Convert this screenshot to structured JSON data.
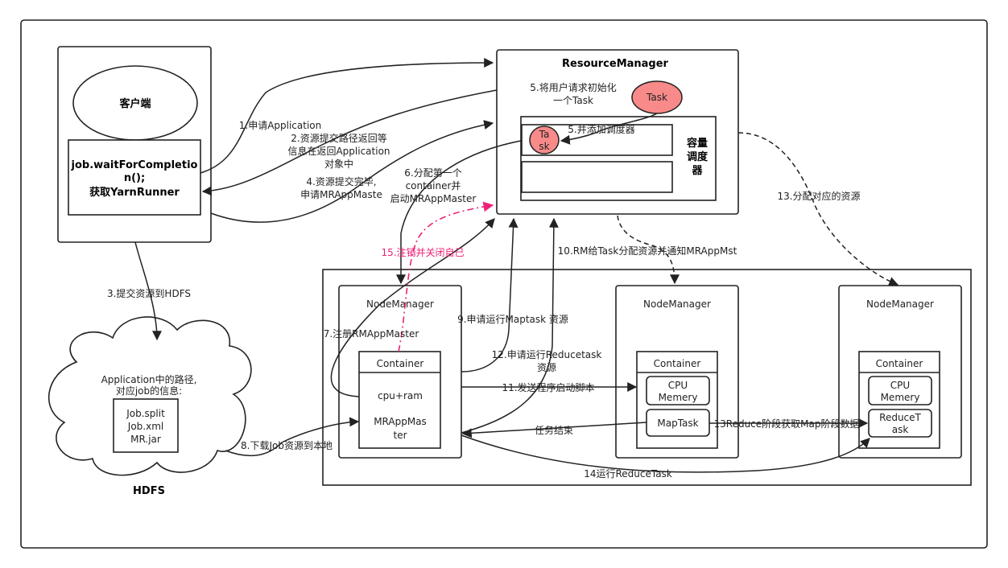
{
  "client": {
    "title": "客户端",
    "code_line1": "job.waitForCompletio",
    "code_line2": "n();",
    "code_line3": "获取YarnRunner"
  },
  "resource_manager": {
    "title": "ResourceManager",
    "note1_line1": "5.将用户请求初始化",
    "note1_line2": "一个Task",
    "task_label": "Task",
    "small_task_line1": "Ta",
    "small_task_line2": "sk",
    "scheduler_step": "5.并添加调度器",
    "scheduler_line1": "容量",
    "scheduler_line2": "调度",
    "scheduler_line3": "器"
  },
  "hdfs": {
    "title": "HDFS",
    "desc_line1": "Application中的路径,",
    "desc_line2": "对应job的信息:",
    "files": [
      "Job.split",
      "Job.xml",
      "MR.jar"
    ]
  },
  "node_managers": [
    {
      "title": "NodeManager",
      "container": "Container",
      "content_line1": "cpu+ram",
      "content_line2": "MRAppMas",
      "content_line3": "ter"
    },
    {
      "title": "NodeManager",
      "container": "Container",
      "cpu_line1": "CPU",
      "cpu_line2": "Memery",
      "task": "MapTask"
    },
    {
      "title": "NodeManager",
      "container": "Container",
      "cpu_line1": "CPU",
      "cpu_line2": "Memery",
      "task_line1": "ReduceT",
      "task_line2": "ask"
    }
  ],
  "steps": {
    "s1": "1.申请Application",
    "s2_line1": "2.资源提交路径返回等",
    "s2_line2": "信息在返回Application",
    "s2_line3": "对象中",
    "s3": "3.提交资源到HDFS",
    "s4_line1": "4.资源提交完毕,",
    "s4_line2": "申请MRAppMaste",
    "s6_line1": "6.分配第一个",
    "s6_line2": "container并",
    "s6_line3": "启动MRAppMaster",
    "s7": "7.注册RMAppMaster",
    "s8": "8.下载Job资源到本地",
    "s9": "9.申请运行Maptask 资源",
    "s10": "10.RM给Task分配资源并通知MRAppMst",
    "s11": "11.发送程序启动脚本",
    "s12_line1": "12.申请运行Reducetask",
    "s12_line2": "资源",
    "s13a": "13.分配对应的资源",
    "s13b": "13Reduce阶段获取Map阶段数据",
    "s14": "14运行ReduceTask",
    "s15": "15.注销并关闭自己",
    "task_end": "任务结束"
  }
}
